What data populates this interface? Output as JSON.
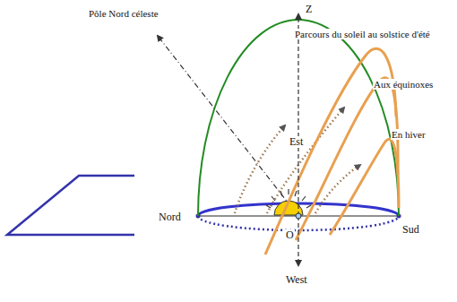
{
  "diagram": {
    "labels": [
      "Pôle Nord céleste",
      "Z",
      "Parcours du soleil au solstice d'été",
      "Aux équinoxes",
      "En hiver",
      "Est",
      "Nord",
      "O",
      "Sud",
      "West"
    ]
  }
}
